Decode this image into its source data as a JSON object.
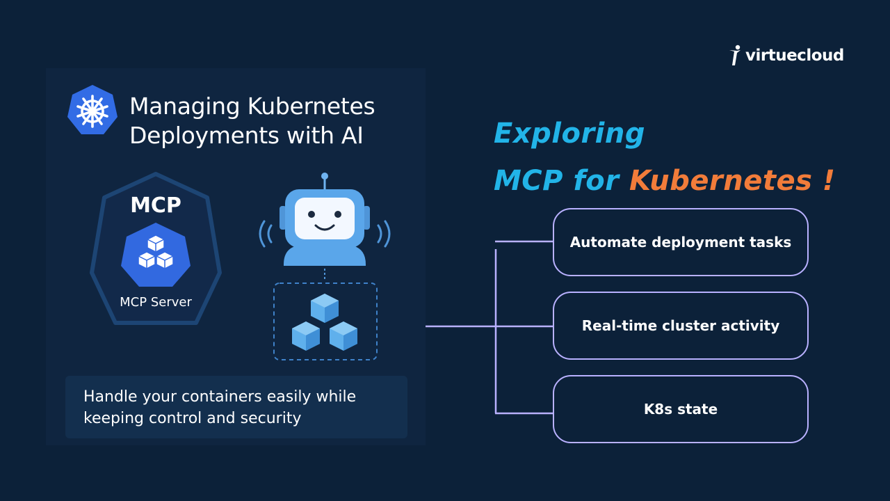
{
  "brand": {
    "name": "virtuecloud"
  },
  "card": {
    "title_line1": "Managing Kubernetes",
    "title_line2": "Deployments with AI",
    "mcp_label": "MCP",
    "mcp_server_label": "MCP Server",
    "caption_line1": "Handle your containers easily while",
    "caption_line2": "keeping control and security"
  },
  "headline": {
    "line1": "Exploring",
    "line2_part1": "MCP for ",
    "line2_part2": "Kubernetes !"
  },
  "features": [
    {
      "label": "Automate deployment tasks"
    },
    {
      "label": "Real-time cluster activity"
    },
    {
      "label": "K8s state"
    }
  ],
  "colors": {
    "background": "#0c2139",
    "headline_blue": "#22b4e8",
    "headline_orange": "#f27c3a",
    "feature_border": "#b9b1ff",
    "kubernetes_blue": "#326ce5"
  },
  "icons": [
    "virtuecloud-logo-icon",
    "kubernetes-helm-icon",
    "mcp-hexagon-icon",
    "cubes-icon",
    "robot-icon",
    "signal-waves-icon"
  ]
}
